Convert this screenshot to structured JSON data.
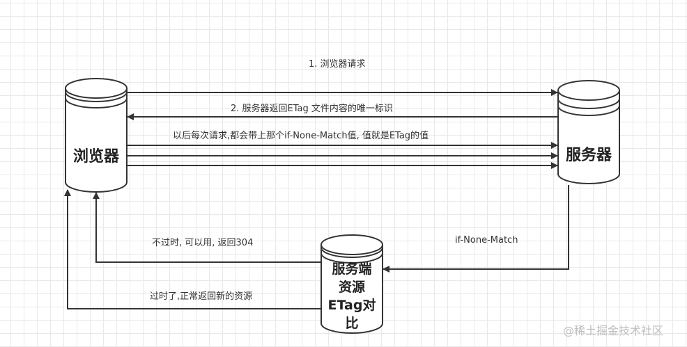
{
  "nodes": {
    "browser": {
      "label": "浏览器"
    },
    "server": {
      "label": "服务器"
    },
    "compare": {
      "label_lines": [
        "服务端",
        "资源",
        "ETag对",
        "比"
      ]
    }
  },
  "edges": {
    "step1": "1. 浏览器请求",
    "step2": "2. 服务器返回ETag  文件内容的唯一标识",
    "step3": "以后每次请求,都会带上那个if-None-Match值, 值就是ETag的值",
    "to_compare": "if-None-Match",
    "not_expired": "不过时, 可以用, 返回304",
    "expired": "过时了,正常返回新的资源"
  },
  "colors": {
    "stroke": "#333333",
    "grid": "#e9e9e9",
    "text": "#333333"
  },
  "watermark": "@稀土掘金技术社区"
}
